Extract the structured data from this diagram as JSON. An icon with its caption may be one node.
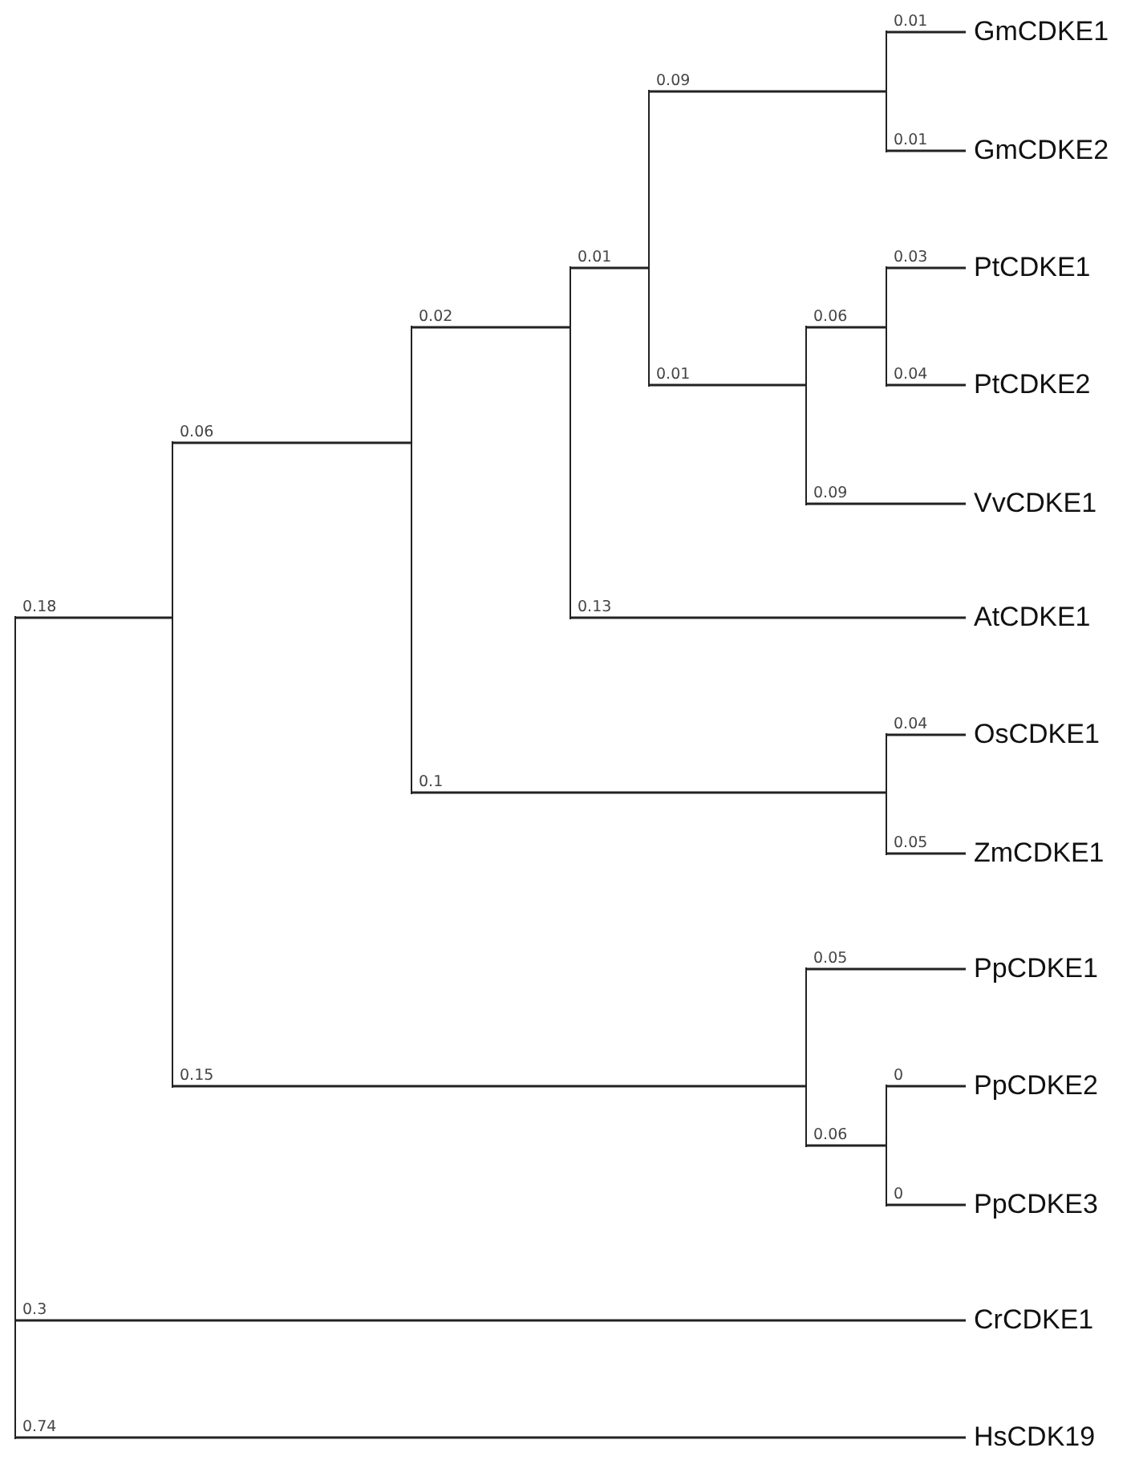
{
  "diagram": {
    "nodes": [
      {
        "text": [],
        "shape": "bar"
      },
      {
        "text": [],
        "shape": "bar"
      },
      {
        "text": [],
        "shape": "bar"
      },
      {
        "text": [],
        "shape": "bar"
      },
      {
        "text": [],
        "shape": "bar"
      },
      {
        "text": [],
        "shape": "bar"
      },
      {
        "text": [
          "GmCDKE1"
        ]
      },
      {
        "text": [
          "GmCDKE2"
        ]
      },
      {
        "text": [],
        "shape": "bar"
      },
      {
        "text": [],
        "shape": "bar"
      },
      {
        "text": [
          "PtCDKE1"
        ]
      },
      {
        "text": [
          "PtCDKE2"
        ]
      },
      {
        "text": [
          "VvCDKE1"
        ]
      },
      {
        "text": [
          "AtCDKE1"
        ]
      },
      {
        "text": [],
        "shape": "bar"
      },
      {
        "text": [
          "OsCDKE1"
        ]
      },
      {
        "text": [
          "ZmCDKE1"
        ]
      },
      {
        "text": [],
        "shape": "bar"
      },
      {
        "text": [
          "PpCDKE1"
        ]
      },
      {
        "text": [],
        "shape": "bar"
      },
      {
        "text": [
          "PpCDKE2"
        ]
      },
      {
        "text": [
          "PpCDKE3"
        ]
      },
      {
        "text": [
          "CrCDKE1"
        ]
      },
      {
        "text": [
          "HsCDK19"
        ]
      }
    ],
    "edges": [
      {
        "from": 0,
        "to": 1,
        "arrow": "none",
        "label": "0.18"
      },
      {
        "from": 1,
        "to": 2,
        "arrow": "none",
        "label": "0.06"
      },
      {
        "from": 2,
        "to": 3,
        "arrow": "none",
        "label": "0.02"
      },
      {
        "from": 3,
        "to": 4,
        "arrow": "none",
        "label": "0.01"
      },
      {
        "from": 4,
        "to": 5,
        "arrow": "none",
        "label": "0.09"
      },
      {
        "from": 5,
        "to": 6,
        "arrow": "none",
        "label": "0.01"
      },
      {
        "from": 5,
        "to": 7,
        "arrow": "none",
        "label": "0.01"
      },
      {
        "from": 4,
        "to": 8,
        "arrow": "none",
        "label": "0.01"
      },
      {
        "from": 8,
        "to": 9,
        "arrow": "none",
        "label": "0.06"
      },
      {
        "from": 9,
        "to": 10,
        "arrow": "none",
        "label": "0.03"
      },
      {
        "from": 9,
        "to": 11,
        "arrow": "none",
        "label": "0.04"
      },
      {
        "from": 8,
        "to": 12,
        "arrow": "none",
        "label": "0.09"
      },
      {
        "from": 3,
        "to": 13,
        "arrow": "none",
        "label": "0.13"
      },
      {
        "from": 2,
        "to": 14,
        "arrow": "none",
        "label": "0.1"
      },
      {
        "from": 14,
        "to": 15,
        "arrow": "none",
        "label": "0.04"
      },
      {
        "from": 14,
        "to": 16,
        "arrow": "none",
        "label": "0.05"
      },
      {
        "from": 1,
        "to": 17,
        "arrow": "none",
        "label": "0.15"
      },
      {
        "from": 17,
        "to": 18,
        "arrow": "none",
        "label": "0.05"
      },
      {
        "from": 17,
        "to": 19,
        "arrow": "none",
        "label": "0.06"
      },
      {
        "from": 19,
        "to": 20,
        "arrow": "none",
        "label": "0"
      },
      {
        "from": 19,
        "to": 21,
        "arrow": "none",
        "label": "0"
      },
      {
        "from": 0,
        "to": 22,
        "arrow": "none",
        "label": "0.3"
      },
      {
        "from": 0,
        "to": 23,
        "arrow": "none",
        "label": "0.74"
      }
    ]
  }
}
